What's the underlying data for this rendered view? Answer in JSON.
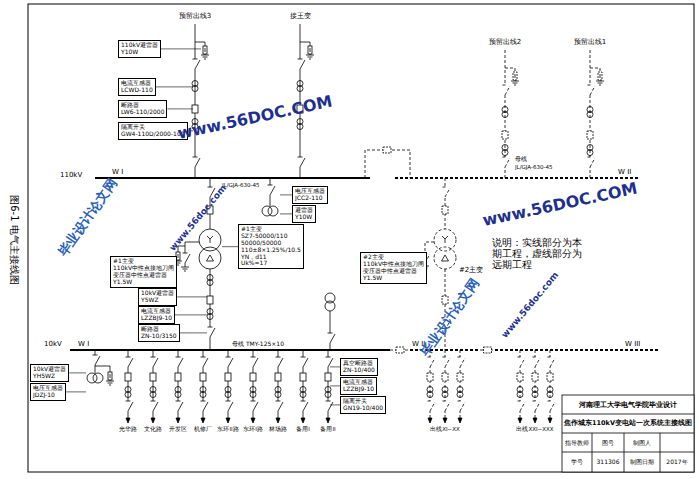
{
  "diagram": {
    "caption": "图6-1 电气主接线图",
    "nodes": [
      {
        "text": [
          "110kV避雷器",
          "Y10W"
        ]
      },
      {
        "text": [
          "电流互感器",
          "LCWD-110"
        ]
      },
      {
        "text": [
          "断路器",
          "LW6-110/2000"
        ]
      },
      {
        "text": [
          "隔离开关",
          "GW4-110D/2000-100"
        ]
      },
      {
        "text": [
          "电压互感器",
          "JCC2-110"
        ]
      },
      {
        "text": [
          "避雷器",
          "Y10W"
        ]
      },
      {
        "text": [
          "#1主变",
          "SZ7-50000/110",
          "50000/50000",
          "110±8×1.25%/10.5",
          "YN，d11",
          "Uk%=17"
        ]
      },
      {
        "text": [
          "#1主变",
          "110kV中性点接地刀闸",
          "变压器中性点避雷器",
          "Y1.5W"
        ]
      },
      {
        "text": [
          "10kV避雷器",
          "Y5WZ"
        ]
      },
      {
        "text": [
          "电流互感器",
          "LZZBJ9-10"
        ]
      },
      {
        "text": [
          "断路器",
          "ZN-10/3150"
        ]
      },
      {
        "text": [
          "#2主变",
          "110kV中性点接地刀闸",
          "变压器中性点避雷器",
          "Y1.5W"
        ]
      },
      {
        "text": [
          "10kV避雷器",
          "YH5WZ"
        ]
      },
      {
        "text": [
          "电压互感器",
          "JDZJ-10"
        ]
      },
      {
        "text": [
          "真空断路器",
          "ZN-10/400"
        ]
      },
      {
        "text": [
          "电流互感器",
          "LZZBJ9-10"
        ]
      },
      {
        "text": [
          "隔离开关",
          "GN19-10/400"
        ]
      }
    ],
    "labels": [
      "预留出线3",
      "接王变",
      "预留出线2",
      "预留出线1",
      "110kV",
      "W I",
      "W II",
      "JL/GJA-630-45",
      "母线",
      "JL/GJA-630-45",
      "#2主变",
      "说明：实线部分为本期工程，虚线部分为远期工程",
      "10kV",
      "W I",
      "母线 TMY-125×10",
      "W II",
      "W III",
      "光华路",
      "文化路",
      "开发区",
      "机修厂",
      "东环II路",
      "东环I路",
      "林场路",
      "备用I",
      "备用II",
      "出线XI~XX",
      "出线XXI~XXX",
      "河南理工大学电气学院毕业设计",
      "焦作城东110kV变电站一次系统主接线图",
      "指导教师",
      "图号",
      "制图人",
      "学号",
      "311306",
      "制图日期",
      "2017年",
      "www.56DOC.COM",
      "毕业设计论文网",
      "www.56doc.com",
      "www.56DOC.COM",
      "毕业设计论文网",
      "www.56doc.com"
    ]
  }
}
